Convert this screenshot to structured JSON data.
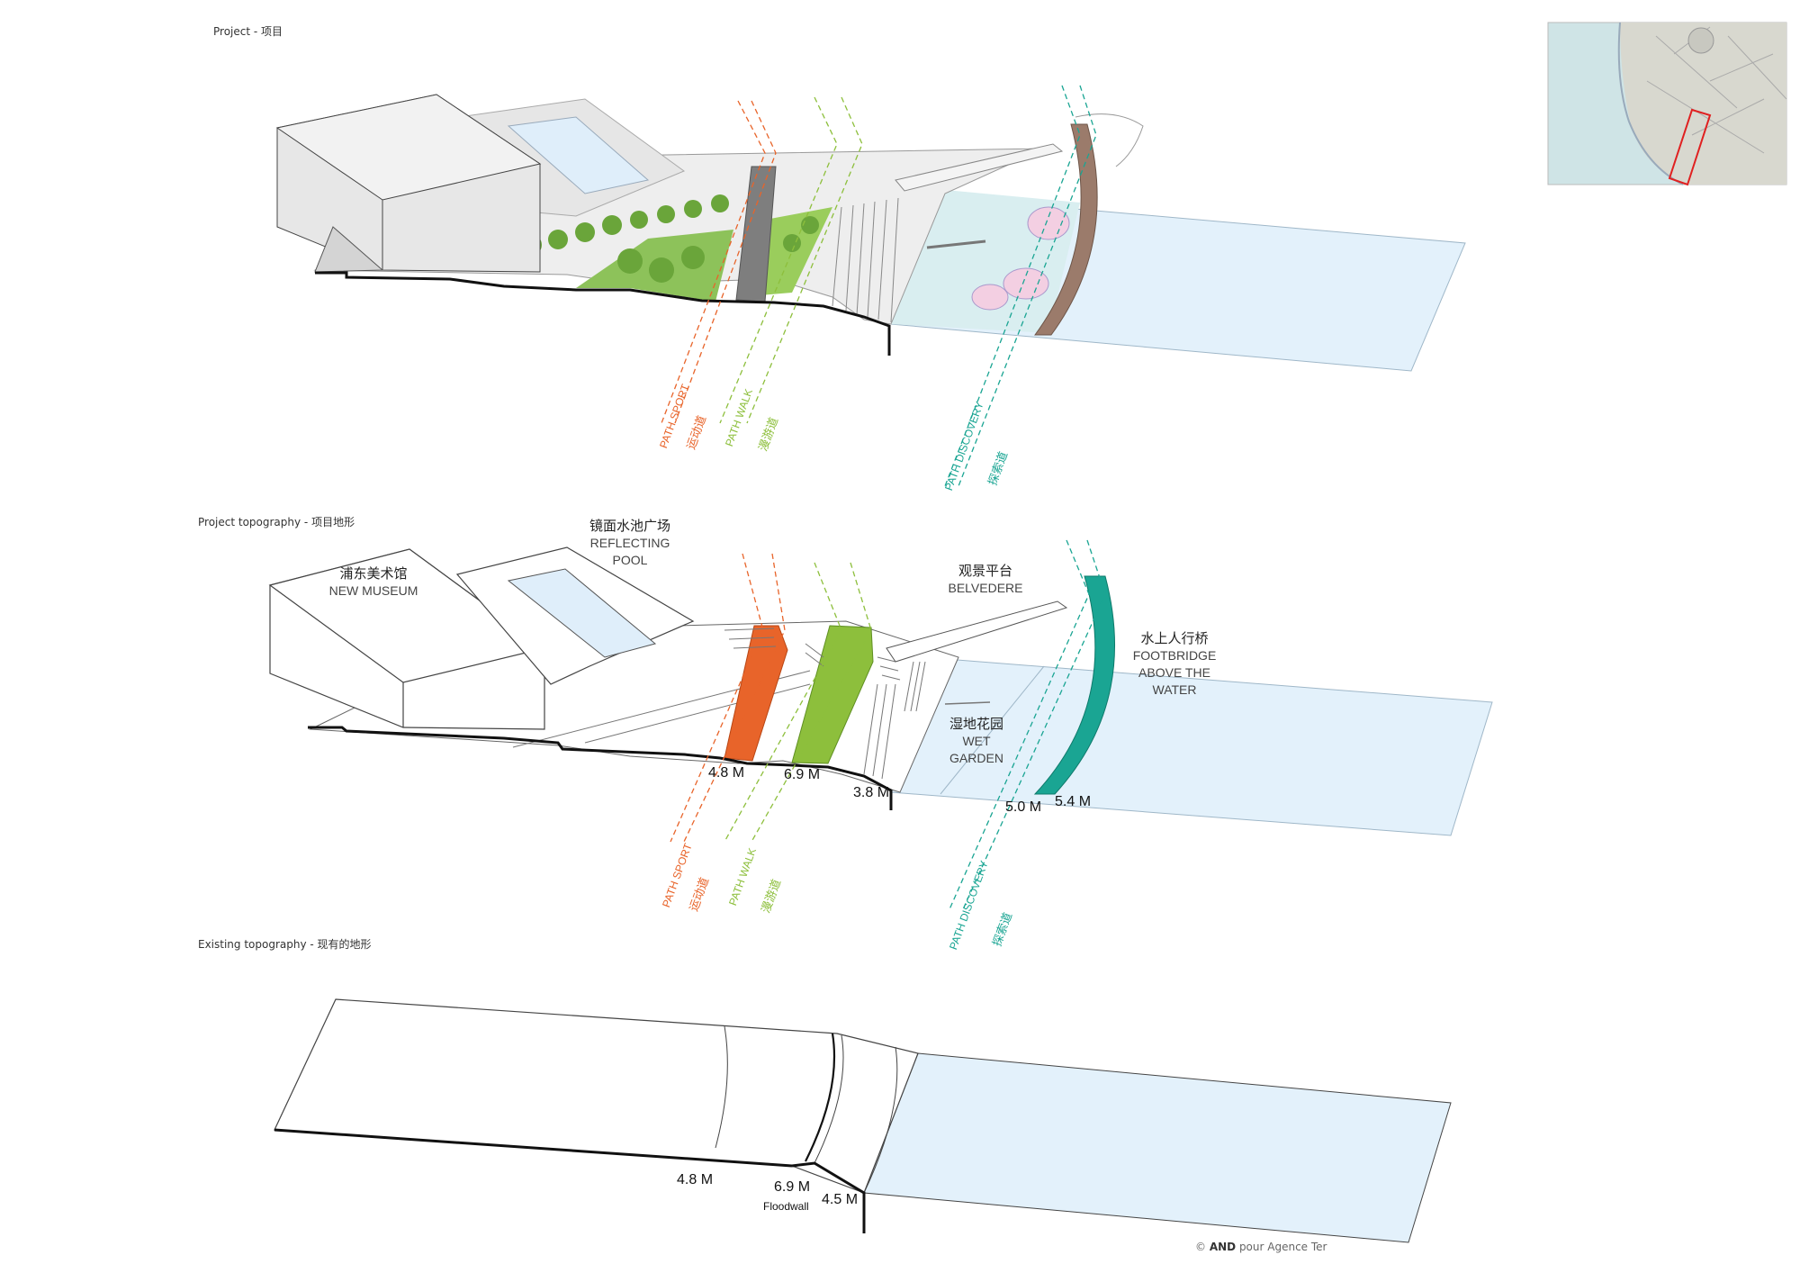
{
  "sections": {
    "project": "Project - 项目",
    "project_topography": "Project topography - 项目地形",
    "existing_topography": "Existing topography - 现有的地形"
  },
  "labels": {
    "museum_zh": "浦东美术馆",
    "museum_en": "NEW MUSEUM",
    "pool_zh": "镜面水池广场",
    "pool_en_1": "REFLECTING",
    "pool_en_2": "POOL",
    "belvedere_zh": "观景平台",
    "belvedere_en": "BELVEDERE",
    "footbridge_zh": "水上人行桥",
    "footbridge_en_1": "FOOTBRIDGE",
    "footbridge_en_2": "ABOVE THE",
    "footbridge_en_3": "WATER",
    "wetgarden_zh": "湿地花园",
    "wetgarden_en_1": "WET",
    "wetgarden_en_2": "GARDEN"
  },
  "paths": {
    "sport_en": "PATH SPORT",
    "sport_zh": "运动道",
    "walk_en": "PATH WALK",
    "walk_zh": "漫游道",
    "discovery_en": "PATH DISCOVERY",
    "discovery_zh": "探索道"
  },
  "elevations": {
    "project": [
      "4.8 M",
      "6.9 M",
      "3.8 M",
      "5.0 M",
      "5.4 M"
    ],
    "existing": [
      "4.8 M",
      "6.9 M",
      "4.5 M"
    ],
    "floodwall": "Floodwall"
  },
  "credit": {
    "symbol": "©",
    "brand": "AND",
    "rest": " pour Agence Ter"
  },
  "colors": {
    "sport": "#e8642a",
    "walk": "#8dbf3c",
    "discovery": "#1aa593",
    "water": "#e3f1fb",
    "bridge": "#9b7b6b",
    "greenery": "#6aa53a"
  }
}
